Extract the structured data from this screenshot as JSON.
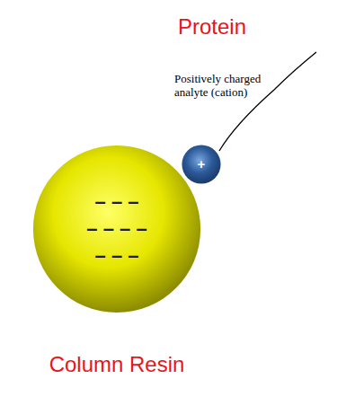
{
  "diagram": {
    "nodes": [
      {
        "text": [
          "+"
        ]
      },
      {
        "text": [
          "– – –",
          "– – – –",
          "– – –"
        ]
      }
    ],
    "labels": [
      "Protein",
      "Positively charged analyte (cation)",
      "Column Resin"
    ]
  }
}
